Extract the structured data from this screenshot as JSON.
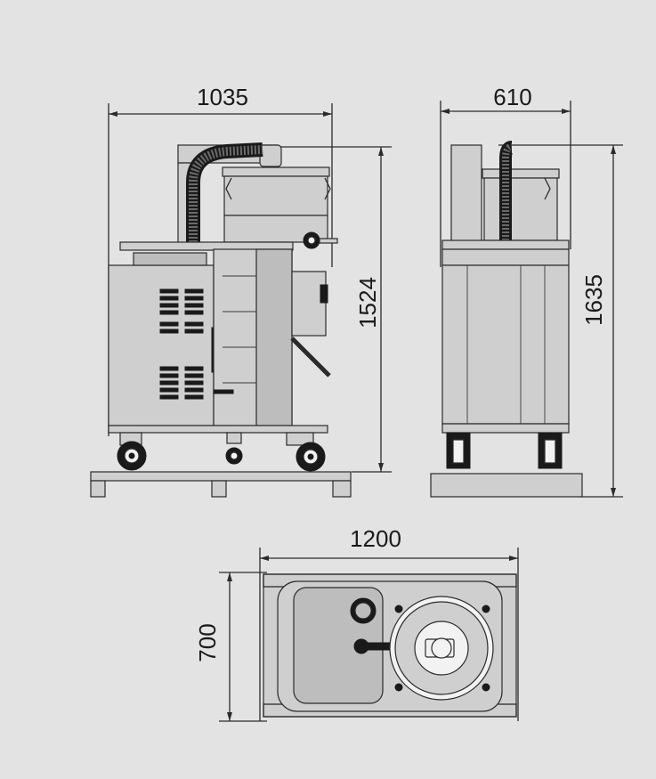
{
  "dimensions": {
    "front_width": "1035",
    "front_height": "1524",
    "side_width": "610",
    "side_height": "1635",
    "top_length": "1200",
    "top_depth": "700"
  },
  "colors": {
    "background": "#e3e3e3",
    "line": "#2b2b2b",
    "dark_fill": "#1a1a1a"
  }
}
